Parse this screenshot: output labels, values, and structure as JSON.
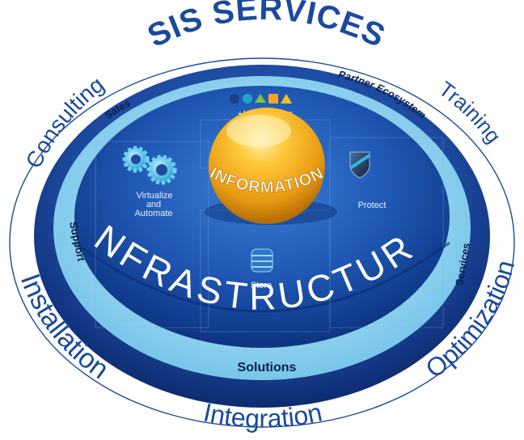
{
  "title": "SIS SERVICES",
  "outer_ring": {
    "left_upper": "Consulting",
    "right_upper": "Training",
    "left_lower": "Installation",
    "right_lower": "Optimization",
    "bottom": "Integration"
  },
  "middle_ring": {
    "top_left": "Sales",
    "top_right": "Partner Ecosystem",
    "left": "Support",
    "right": "Services",
    "bottom": "Solutions"
  },
  "core": {
    "sphere_label": "INFORMATION",
    "base_label": "INFRASTRUCTURE",
    "intelligence": "+Intelligence",
    "virtualize": [
      "Virtualize",
      "and",
      "Automate"
    ],
    "protect": "Protect",
    "store": "Store"
  },
  "colors": {
    "brand_blue": "#1a4a9c",
    "dark_blue": "#0b2a6e",
    "light_blue": "#8fd0ee",
    "sphere_gold": "#f0a81a",
    "intelligence_shapes": [
      "#1e3f86",
      "#1fa4c9",
      "#79c043",
      "#f2a427",
      "#f6c21c"
    ]
  }
}
